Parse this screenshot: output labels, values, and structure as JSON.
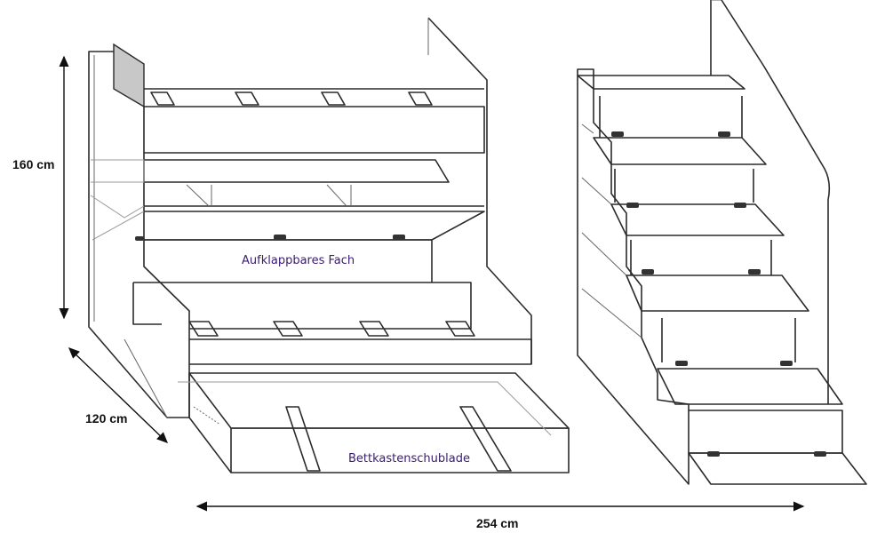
{
  "dimensions": {
    "height": "160 cm",
    "depth": "120 cm",
    "width": "254 cm"
  },
  "labels": {
    "fold_compartment": "Aufklappbares Fach",
    "bed_drawer": "Bettkastenschublade"
  },
  "colors": {
    "line": "#2b2b2b",
    "label": "#3a1c6e",
    "panel_fill": "#c8c8c8"
  }
}
